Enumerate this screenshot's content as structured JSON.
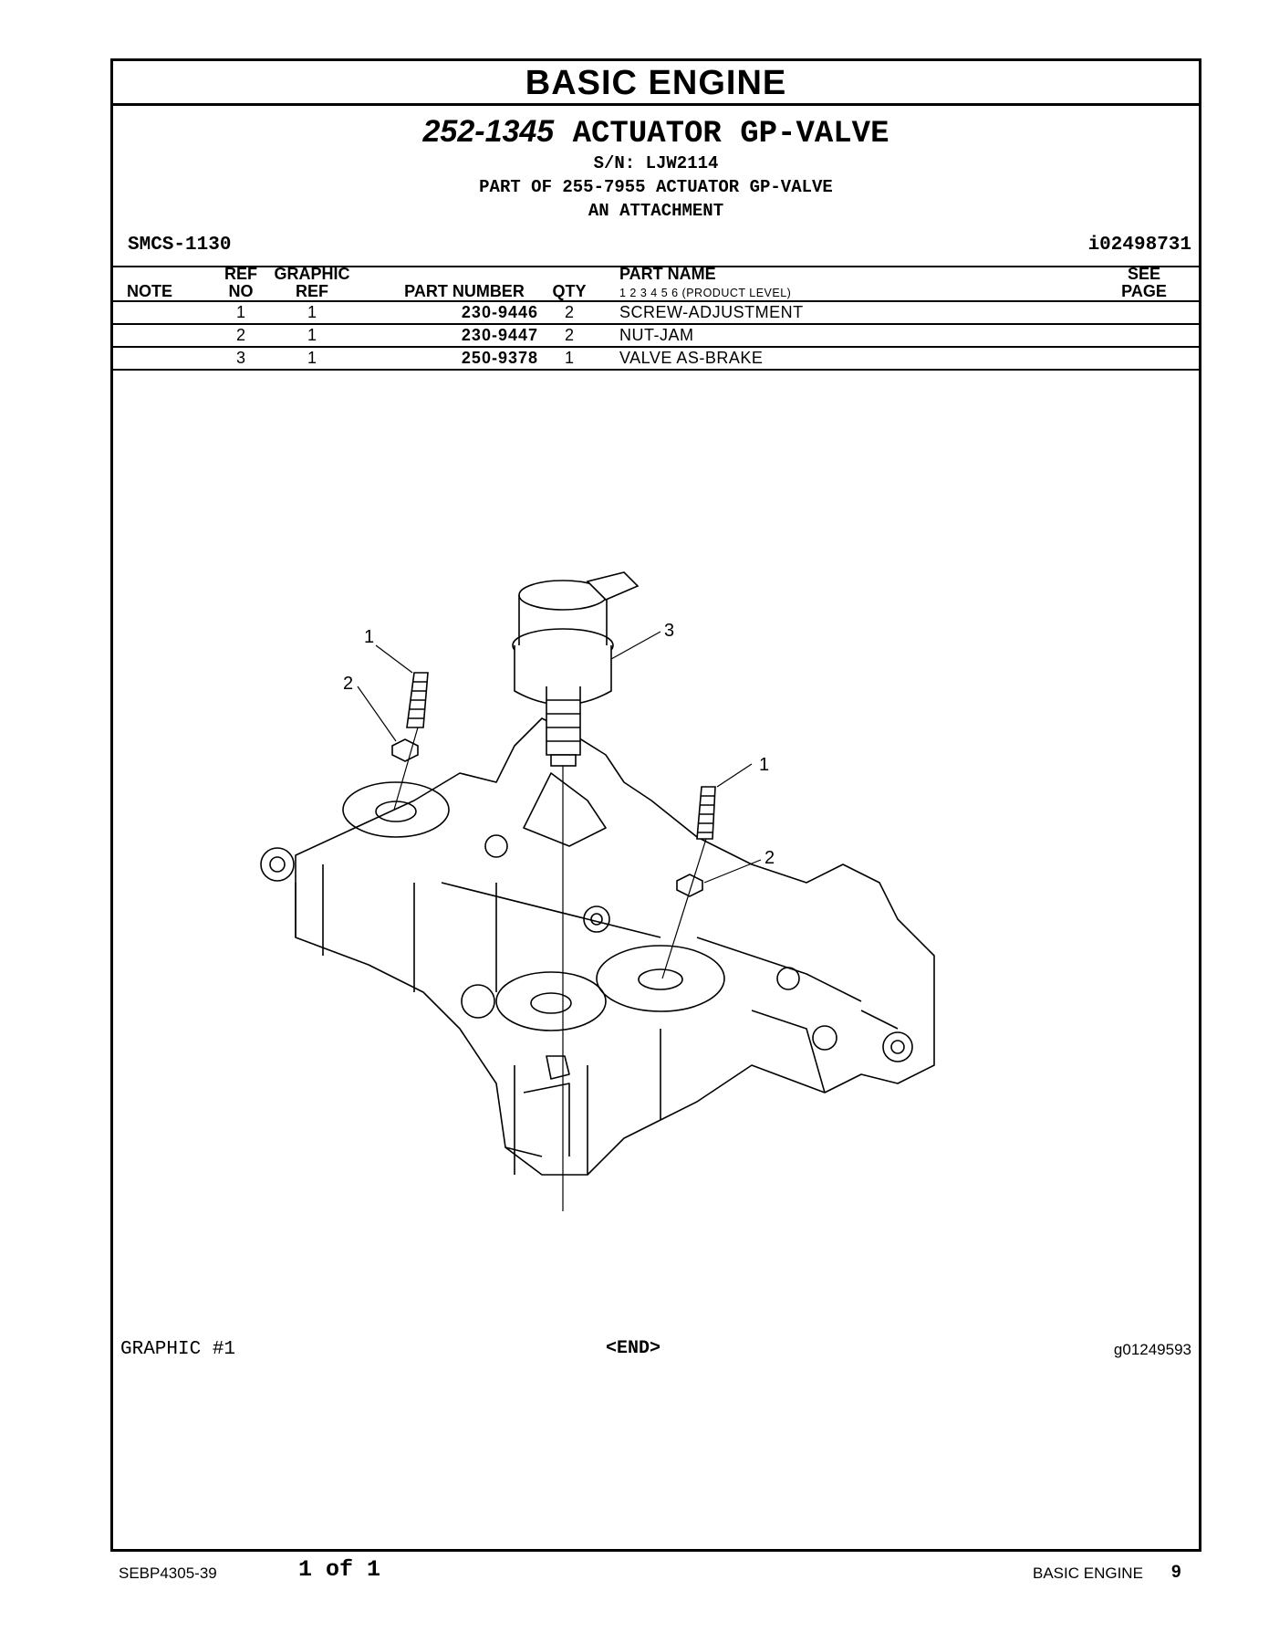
{
  "header": {
    "section_title": "BASIC ENGINE",
    "part_number": "252-1345",
    "part_name": "ACTUATOR GP-VALVE",
    "serial": "S/N: LJW2114",
    "part_of": "PART OF 255-7955 ACTUATOR GP-VALVE",
    "attachment": "AN ATTACHMENT",
    "smcs": "SMCS-1130",
    "doc_id": "i02498731"
  },
  "table": {
    "columns": {
      "note": "NOTE",
      "ref_no_1": "REF",
      "ref_no_2": "NO",
      "graphic_ref_1": "GRAPHIC",
      "graphic_ref_2": "REF",
      "part_number": "PART NUMBER",
      "qty": "QTY",
      "part_name": "PART NAME",
      "product_level": "1   2   3   4   5   6   (PRODUCT LEVEL)",
      "see_page_1": "SEE",
      "see_page_2": "PAGE"
    },
    "rows": [
      {
        "ref": "1",
        "graphic_ref": "1",
        "part_number": "230-9446",
        "qty": "2",
        "name": "SCREW-ADJUSTMENT"
      },
      {
        "ref": "2",
        "graphic_ref": "1",
        "part_number": "230-9447",
        "qty": "2",
        "name": "NUT-JAM"
      },
      {
        "ref": "3",
        "graphic_ref": "1",
        "part_number": "250-9378",
        "qty": "1",
        "name": "VALVE AS-BRAKE"
      }
    ]
  },
  "graphic": {
    "label": "GRAPHIC #1",
    "end_marker": "<END>",
    "graphic_id": "g01249593",
    "callouts": {
      "c1a": "1",
      "c2a": "2",
      "c3": "3",
      "c1b": "1",
      "c2b": "2"
    }
  },
  "footer": {
    "doc_number": "SEBP4305-39",
    "page_of": "1 of 1",
    "section": "BASIC ENGINE",
    "page": "9"
  }
}
